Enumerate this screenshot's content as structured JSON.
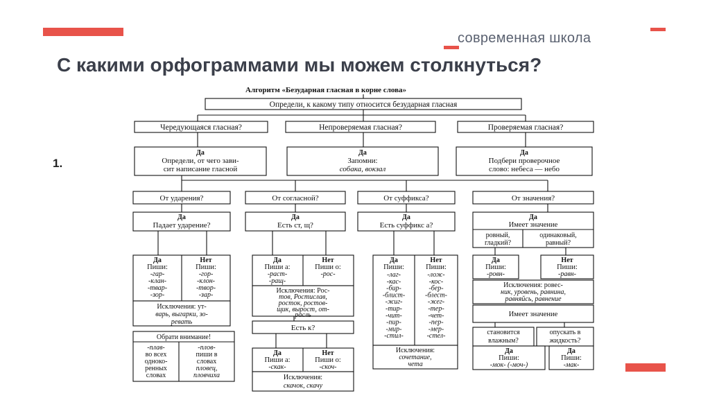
{
  "header": {
    "brand": "современная школа",
    "title": "С какими орфограммами мы можем столкнуться?",
    "item_number": "1."
  },
  "colors": {
    "accent": "#e8534a",
    "title": "#3b3f4a",
    "brand": "#5a6170"
  },
  "algorithm": {
    "title": "Алгоритм «Безударная гласная в корне слова»",
    "step1": "Определи, к какому типу относится безударная гласная",
    "q_alt": "Чередующаяся гласная?",
    "q_unver": "Непроверяемая гласная?",
    "q_ver": "Проверяемая гласная?",
    "alt_yes": "Да",
    "alt_l1": "Определи, от чего зави-",
    "alt_l2": "сит написание гласной",
    "unver_yes": "Да",
    "unver_l1": "Запомни:",
    "unver_l2": "собака, вокзал",
    "ver_yes": "Да",
    "ver_l1": "Подбери проверочное",
    "ver_l2": "слово: небеса — небо",
    "col1": {
      "q": "От ударения?",
      "yes": "Да",
      "sub": "Падает ударение?",
      "yes2": "Да",
      "yes_write": "Пиши:",
      "yes_words": [
        "-гар-",
        "-клан-",
        "-твар-",
        "-зор-"
      ],
      "no2": "Нет",
      "no_write": "Пиши:",
      "no_words": [
        "-гор-",
        "-клон-",
        "-твор-",
        "-зар-"
      ],
      "exc": [
        "Исключения: ут-",
        "варь, выгарки, зо-",
        "ревать"
      ],
      "attn": "Обрати внимание!",
      "attn_left": [
        "-плав-",
        "во всех",
        "одноко-",
        "ренных",
        "словах"
      ],
      "attn_right": [
        "-плов-",
        "пиши в",
        "словах",
        "пловец,",
        "пловчиха"
      ]
    },
    "col2": {
      "q": "От согласной?",
      "yes": "Да",
      "sub": "Есть ст, щ?",
      "yes2": "Да",
      "yes_write": "Пиши а:",
      "yes_words": [
        "-раст-",
        "-ращ-"
      ],
      "no2": "Нет",
      "no_write": "Пиши о:",
      "no_words": [
        "-рос-"
      ],
      "exc": [
        "Исключения: Рос-",
        "тов, Ростислав,",
        "росток, ростов-",
        "щик, вырост, от-",
        "расль"
      ],
      "q2": "Есть к?",
      "yes3": "Да",
      "yes3_write": "Пиши а:",
      "yes3_word": "-скак-",
      "no3": "Нет",
      "no3_write": "Пиши о:",
      "no3_word": "-скоч-",
      "exc2": [
        "Исключения:",
        "скачок, скачу"
      ]
    },
    "col3": {
      "q": "От суффикса?",
      "yes": "Да",
      "sub": "Есть суффикс а?",
      "yes2": "Да",
      "yes_write": "Пиши:",
      "yes_words": [
        "-лаг-",
        "-кас-",
        "-бир-",
        "-блист-",
        "-жиг-",
        "-тир-",
        "-чит-",
        "-пир-",
        "-мир-",
        "-стил-"
      ],
      "no2": "Нет",
      "no_write": "Пиши:",
      "no_words": [
        "-лож-",
        "-кос-",
        "-бер-",
        "-блест-",
        "-жег-",
        "-тер-",
        "-чет-",
        "-пер-",
        "-мер-",
        "-стел-"
      ],
      "exc": [
        "Исключения:",
        "сочетание,",
        "чета"
      ]
    },
    "col4": {
      "q": "От значения?",
      "yes": "Да",
      "sub": "Имеет значение",
      "opt_l": [
        "ровный,",
        "гладкий?"
      ],
      "opt_r": [
        "одинаковый,",
        "равный?"
      ],
      "yes2": "Да",
      "yes_write": "Пиши:",
      "yes_word": "-ровн-",
      "no2": "Нет",
      "no_write": "Пиши:",
      "no_word": "-равн-",
      "exc": [
        "Исключения: ровес-",
        "ник, уровень, равнина,",
        "равняйсь, равнение"
      ],
      "has_meaning": "Имеет значение",
      "opt2_l": [
        "становится",
        "влажным?"
      ],
      "opt2_r": [
        "опускать в",
        "жидкость?"
      ],
      "yes3": "Да",
      "yes3_write": "Пиши:",
      "yes3_word": "-мок- (-моч-)",
      "no3": "Да",
      "no3_write": "Пиши:",
      "no3_word": "-мак-"
    }
  }
}
